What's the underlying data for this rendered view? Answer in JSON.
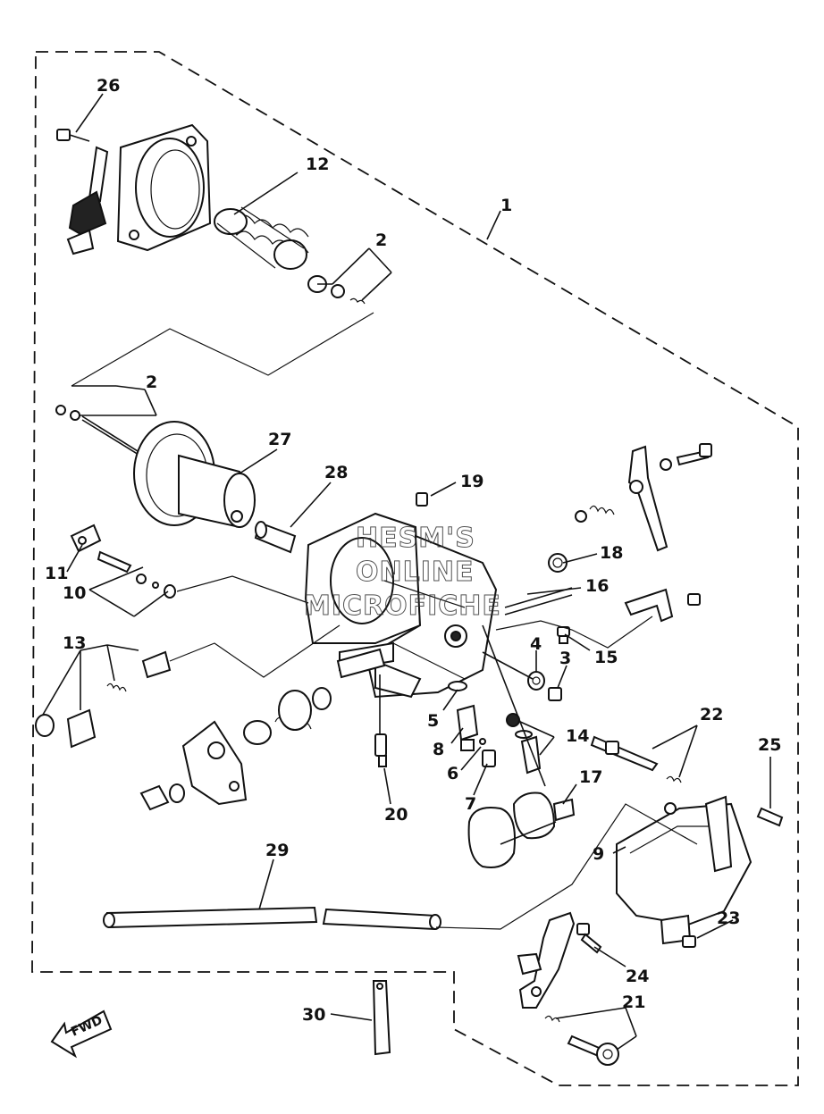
{
  "diagram": {
    "callouts": [
      {
        "id": "c1",
        "text": "1"
      },
      {
        "id": "c2a",
        "text": "2"
      },
      {
        "id": "c2b",
        "text": "2"
      },
      {
        "id": "c3",
        "text": "3"
      },
      {
        "id": "c4",
        "text": "4"
      },
      {
        "id": "c5",
        "text": "5"
      },
      {
        "id": "c6",
        "text": "6"
      },
      {
        "id": "c7",
        "text": "7"
      },
      {
        "id": "c8",
        "text": "8"
      },
      {
        "id": "c9",
        "text": "9"
      },
      {
        "id": "c10",
        "text": "10"
      },
      {
        "id": "c11",
        "text": "11"
      },
      {
        "id": "c12",
        "text": "12"
      },
      {
        "id": "c13",
        "text": "13"
      },
      {
        "id": "c14",
        "text": "14"
      },
      {
        "id": "c15",
        "text": "15"
      },
      {
        "id": "c16",
        "text": "16"
      },
      {
        "id": "c17",
        "text": "17"
      },
      {
        "id": "c18",
        "text": "18"
      },
      {
        "id": "c19",
        "text": "19"
      },
      {
        "id": "c20",
        "text": "20"
      },
      {
        "id": "c21",
        "text": "21"
      },
      {
        "id": "c22",
        "text": "22"
      },
      {
        "id": "c23",
        "text": "23"
      },
      {
        "id": "c24",
        "text": "24"
      },
      {
        "id": "c25",
        "text": "25"
      },
      {
        "id": "c26",
        "text": "26"
      },
      {
        "id": "c27",
        "text": "27"
      },
      {
        "id": "c28",
        "text": "28"
      },
      {
        "id": "c29",
        "text": "29"
      },
      {
        "id": "c30",
        "text": "30"
      }
    ],
    "watermark": [
      "HESM'S",
      "ONLINE",
      "MICROFICHE"
    ],
    "direction_badge": "FWD"
  }
}
